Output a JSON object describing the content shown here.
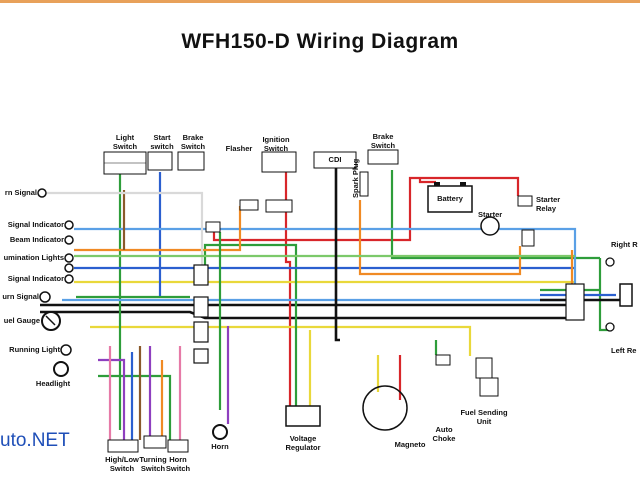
{
  "title": "WFH150-D Wiring Diagram",
  "watermark": "uto.NET",
  "left_components": [
    {
      "id": "turn-signal-top",
      "text": "rn Signal"
    },
    {
      "id": "signal-indicator-1",
      "text": "Signal Indicator"
    },
    {
      "id": "beam-indicator",
      "text": "Beam Indicator"
    },
    {
      "id": "illumination-lights",
      "text": "umination Lights"
    },
    {
      "id": "signal-indicator-2",
      "text": "Signal Indicator"
    },
    {
      "id": "turn-signal-bottom",
      "text": "urn Signal"
    },
    {
      "id": "fuel-gauge",
      "text": "uel Gauge"
    },
    {
      "id": "running-light",
      "text": "Running Light"
    },
    {
      "id": "headlight",
      "text": "Headlight"
    }
  ],
  "top_components": [
    {
      "id": "light-switch",
      "line1": "Light",
      "line2": "Switch"
    },
    {
      "id": "start-switch",
      "line1": "Start",
      "line2": "switch"
    },
    {
      "id": "brake-switch-left",
      "line1": "Brake",
      "line2": "Switch"
    },
    {
      "id": "flasher",
      "line1": "Flasher",
      "line2": ""
    },
    {
      "id": "ignition-switch",
      "line1": "Ignition",
      "line2": "Switch"
    },
    {
      "id": "cdi",
      "line1": "CDI",
      "line2": ""
    },
    {
      "id": "brake-switch-right",
      "line1": "Brake",
      "line2": "Switch"
    }
  ],
  "right_components": [
    {
      "id": "battery",
      "text": "Battery"
    },
    {
      "id": "starter",
      "text": "Starter"
    },
    {
      "id": "starter-relay",
      "line1": "Starter",
      "line2": "Relay"
    },
    {
      "id": "right-rear",
      "text": "Right R"
    },
    {
      "id": "left-rear",
      "text": "Left Re"
    }
  ],
  "bottom_components": [
    {
      "id": "high-low-switch",
      "line1": "High/Low",
      "line2": "Switch"
    },
    {
      "id": "turning-switch",
      "line1": "Turning",
      "line2": "Switch"
    },
    {
      "id": "horn-switch",
      "line1": "Horn",
      "line2": "Switch"
    },
    {
      "id": "horn",
      "line1": "Horn",
      "line2": ""
    },
    {
      "id": "voltage-regulator",
      "line1": "Voltage",
      "line2": "Regulator"
    },
    {
      "id": "magneto",
      "line1": "Magneto",
      "line2": ""
    },
    {
      "id": "auto-choke",
      "line1": "Auto",
      "line2": "Choke"
    },
    {
      "id": "fuel-sending-unit",
      "line1": "Fuel Sending",
      "line2": "Unit"
    }
  ],
  "spark_plug": "Spark Plug",
  "wire_colors": {
    "red": "#d8262a",
    "black": "#111111",
    "green": "#2e9d3a",
    "yellow": "#e9d83a",
    "blue": "#2b5fcf",
    "lightblue": "#5aa0e6",
    "orange": "#f08a24",
    "brown": "#8a5a2a",
    "purple": "#8e3fbf",
    "pink": "#e67aa7",
    "white": "#d9d9d9",
    "lightgreen": "#7cc96a",
    "accent": "#e8a15a"
  }
}
